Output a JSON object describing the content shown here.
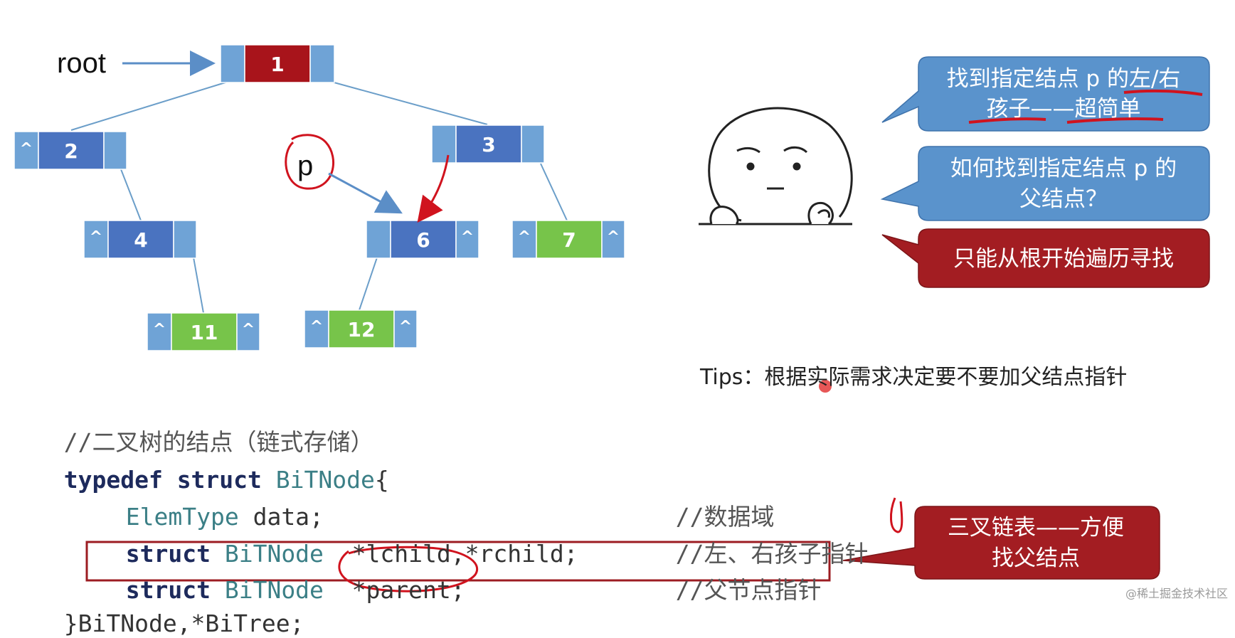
{
  "tree": {
    "root_label": "root",
    "p_label": "p",
    "hat_symbol": "^",
    "nodes": [
      {
        "id": "1",
        "type": "root"
      },
      {
        "id": "2",
        "type": "inner",
        "left_null": true,
        "right_null": false
      },
      {
        "id": "3",
        "type": "inner",
        "left_null": false,
        "right_null": false
      },
      {
        "id": "4",
        "type": "inner",
        "left_null": true,
        "right_null": false
      },
      {
        "id": "6",
        "type": "inner",
        "left_null": false,
        "right_null": true
      },
      {
        "id": "7",
        "type": "leaf",
        "left_null": true,
        "right_null": true
      },
      {
        "id": "11",
        "type": "leaf",
        "left_null": true,
        "right_null": true
      },
      {
        "id": "12",
        "type": "leaf",
        "left_null": true,
        "right_null": true
      }
    ],
    "edges": [
      [
        "1",
        "2"
      ],
      [
        "1",
        "3"
      ],
      [
        "2",
        "4"
      ],
      [
        "4",
        "11"
      ],
      [
        "3",
        "6"
      ],
      [
        "3",
        "7"
      ],
      [
        "6",
        "12"
      ]
    ]
  },
  "bubbles": {
    "b1_line1": "找到指定结点 p 的左/右",
    "b1_line2": "孩子——超简单",
    "b2_line1": "如何找到指定结点 p 的",
    "b2_line2": "父结点？",
    "b3": "只能从根开始遍历寻找",
    "b4_line1": "三叉链表——方便",
    "b4_line2": "找父结点"
  },
  "tips": "Tips：根据实际需求决定要不要加父结点指针",
  "code": {
    "comment_title": "//二叉树的结点（链式存储）",
    "line_typedef_kw": "typedef struct",
    "line_typedef_name": "BiTNode",
    "line_typedef_brace": "{",
    "elemtype": "ElemType",
    "data_decl": "data;",
    "comment_data": "//数据域",
    "struct_kw": "struct",
    "bitnode": "BiTNode",
    "children_decl": "*lchild,*rchild;",
    "comment_children": "//左、右孩子指针",
    "parent_decl": "*parent;",
    "comment_parent": "//父节点指针",
    "closing": "}BiTNode,*BiTree;"
  },
  "watermark": "@稀土掘金技术社区",
  "colors": {
    "node_blue": "#4a73c0",
    "cell_light_blue": "#6fa3d6",
    "node_root_red": "#a8141b",
    "node_leaf_green": "#77c44a",
    "bubble_blue": "#5a93cc",
    "bubble_red": "#a31d22",
    "pen_red": "#d0131e",
    "arrow_blue": "#5b8ec7"
  }
}
